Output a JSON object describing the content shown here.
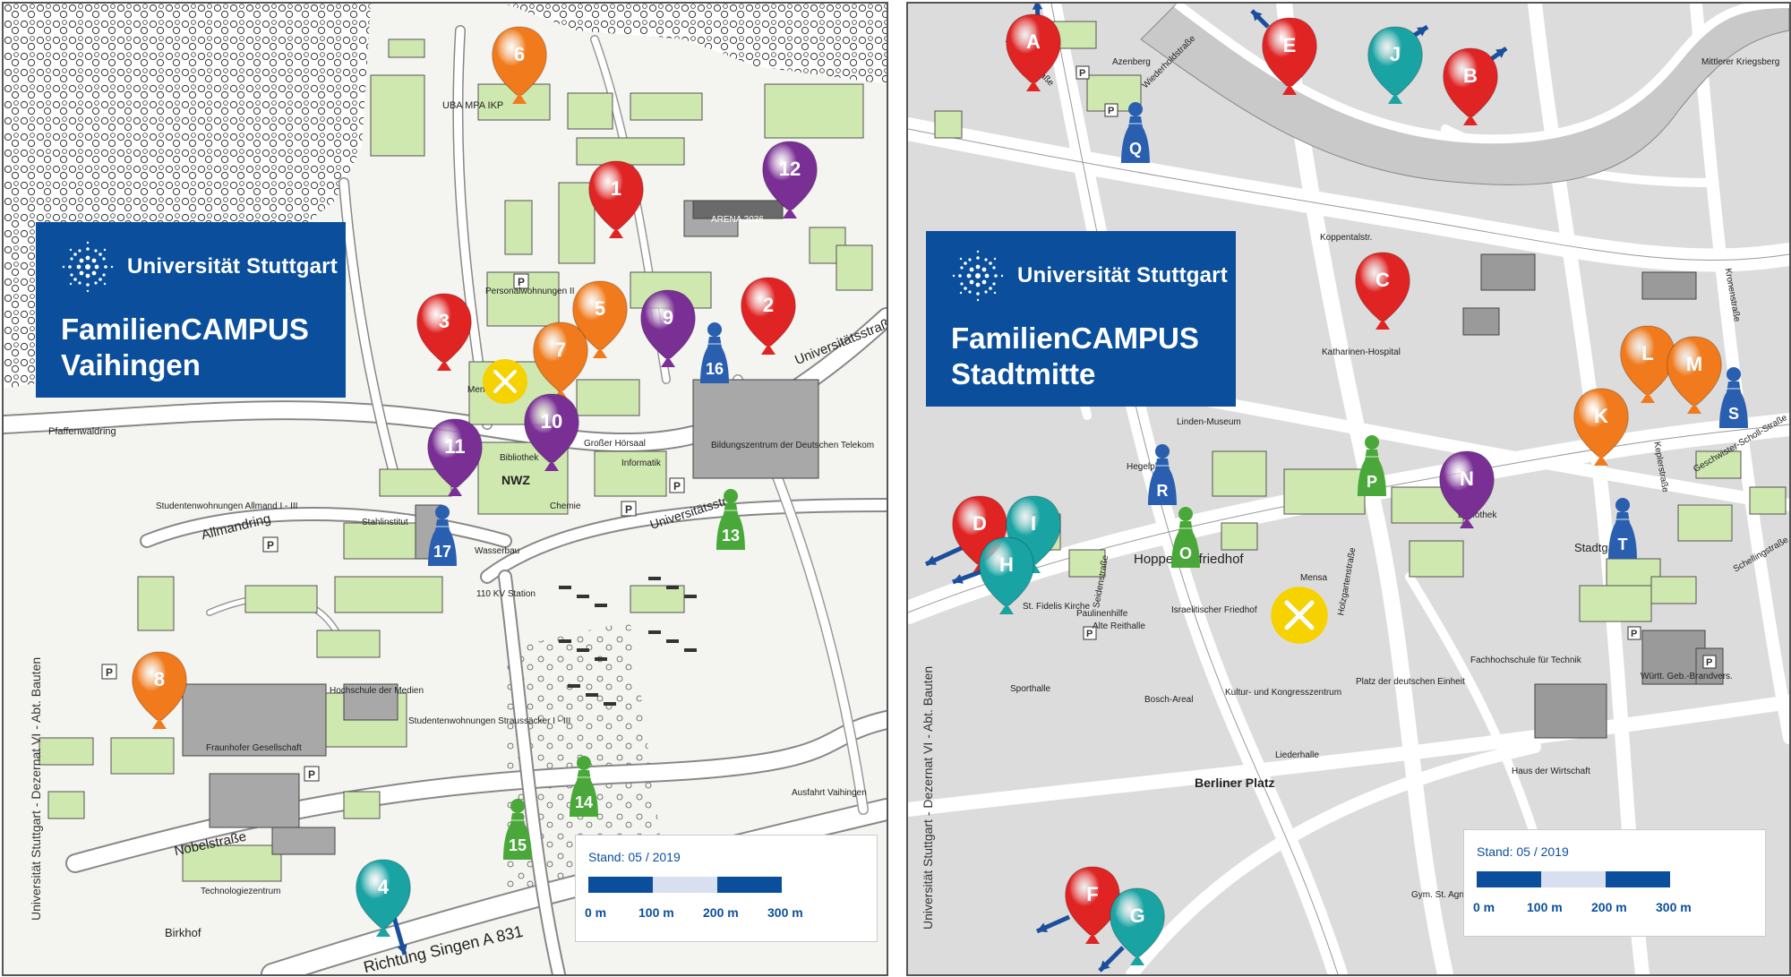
{
  "left_map": {
    "university": "Universität Stuttgart",
    "title_line1": "FamilienCAMPUS",
    "title_line2": "Vaihingen",
    "stand": "Stand: 05 / 2019",
    "scale": [
      "0 m",
      "100 m",
      "200 m",
      "300 m"
    ],
    "credit": "Universität Stuttgart - Dezernat VI - Abt. Bauten",
    "street_labels": [
      "Universitätsstraße",
      "Allmandring",
      "Nobelstraße",
      "Pfaffenwaldring",
      "Richtung Singen A 831",
      "Birkhof",
      "Universitätsstr."
    ],
    "place_labels": [
      "UBA MPA IKP",
      "Personalwohnungen II",
      "Mensa",
      "Bibliothek",
      "NWZ",
      "Chemie",
      "Wasserbau",
      "110 KV Station",
      "Großer Hörsaal",
      "Informatik",
      "Bildungszentrum der Deutschen Telekom",
      "Fraunhofer Gesellschaft",
      "Technologiezentrum",
      "Studentenwohnungen Allmand I - III",
      "Hochschule der Medien",
      "Studentenwohnungen Straussäcker I - III",
      "Ausfahrt Vaihingen",
      "Stahlinstitut",
      "ARENA 2036"
    ],
    "balloons": [
      {
        "label": "6",
        "color": "#f07a1c"
      },
      {
        "label": "1",
        "color": "#e02424"
      },
      {
        "label": "12",
        "color": "#7a2f95"
      },
      {
        "label": "3",
        "color": "#e02424"
      },
      {
        "label": "5",
        "color": "#f07a1c"
      },
      {
        "label": "7",
        "color": "#f07a1c"
      },
      {
        "label": "9",
        "color": "#7a2f95"
      },
      {
        "label": "2",
        "color": "#e02424"
      },
      {
        "label": "10",
        "color": "#7a2f95"
      },
      {
        "label": "11",
        "color": "#7a2f95"
      },
      {
        "label": "8",
        "color": "#f07a1c"
      },
      {
        "label": "4",
        "color": "#1aa3a3"
      }
    ],
    "pawns": [
      {
        "label": "16",
        "color": "#2a5fb0"
      },
      {
        "label": "17",
        "color": "#2a5fb0"
      },
      {
        "label": "13",
        "color": "#4aa83a"
      },
      {
        "label": "14",
        "color": "#4aa83a"
      },
      {
        "label": "15",
        "color": "#4aa83a"
      }
    ]
  },
  "right_map": {
    "university": "Universität Stuttgart",
    "title_line1": "FamilienCAMPUS",
    "title_line2": "Stadtmitte",
    "stand": "Stand: 05 / 2019",
    "scale": [
      "0 m",
      "100 m",
      "200 m",
      "300 m"
    ],
    "credit": "Universität Stuttgart - Dezernat VI - Abt. Bauten",
    "street_labels": [
      "Azenbergstraße",
      "Wiederholdstraße",
      "Seidenstraße",
      "Holzgartenstraße",
      "Keplerstraße",
      "Geschwister-Scholl-Straße",
      "Schellingstraße",
      "Kronenstraße"
    ],
    "place_labels": [
      "Azenberg",
      "Koppentalstr.",
      "Katharinen-Hospital",
      "Linden-Museum",
      "Hegelplatz",
      "Hoppenlaufriedhof",
      "Mensa",
      "Bibliothek",
      "Stadtgarten",
      "Kultur- und Kongresszentrum",
      "Berliner Platz",
      "Liederhalle",
      "Haus der Wirtschaft",
      "Platz der deutschen Einheit",
      "Paulinenhilfe",
      "Alte Reithalle",
      "Mittlerer Kriegsberg",
      "Fachhochschule für Technik",
      "Bosch-Areal",
      "Israelitischer Friedhof",
      "St. Fidelis Kirche",
      "Württ. Geb.-Brandvers.",
      "Sporthalle",
      "Gym. St. Agnes"
    ],
    "balloons": [
      {
        "label": "A",
        "color": "#e02424"
      },
      {
        "label": "E",
        "color": "#e02424"
      },
      {
        "label": "J",
        "color": "#1aa3a3"
      },
      {
        "label": "B",
        "color": "#e02424"
      },
      {
        "label": "C",
        "color": "#e02424"
      },
      {
        "label": "L",
        "color": "#f07a1c"
      },
      {
        "label": "M",
        "color": "#f07a1c"
      },
      {
        "label": "K",
        "color": "#f07a1c"
      },
      {
        "label": "N",
        "color": "#7a2f95"
      },
      {
        "label": "D",
        "color": "#e02424"
      },
      {
        "label": "I",
        "color": "#1aa3a3"
      },
      {
        "label": "H",
        "color": "#1aa3a3"
      },
      {
        "label": "F",
        "color": "#e02424"
      },
      {
        "label": "G",
        "color": "#1aa3a3"
      }
    ],
    "pawns": [
      {
        "label": "Q",
        "color": "#2a5fb0"
      },
      {
        "label": "S",
        "color": "#2a5fb0"
      },
      {
        "label": "R",
        "color": "#2a5fb0"
      },
      {
        "label": "P",
        "color": "#4aa83a"
      },
      {
        "label": "O",
        "color": "#4aa83a"
      },
      {
        "label": "T",
        "color": "#2a5fb0"
      }
    ]
  },
  "colors": {
    "brand": "#0b4f9c",
    "mensa": "#f5d200",
    "building": "#cfe8b0",
    "road": "#ffffff",
    "block": "#c8c8c8"
  }
}
